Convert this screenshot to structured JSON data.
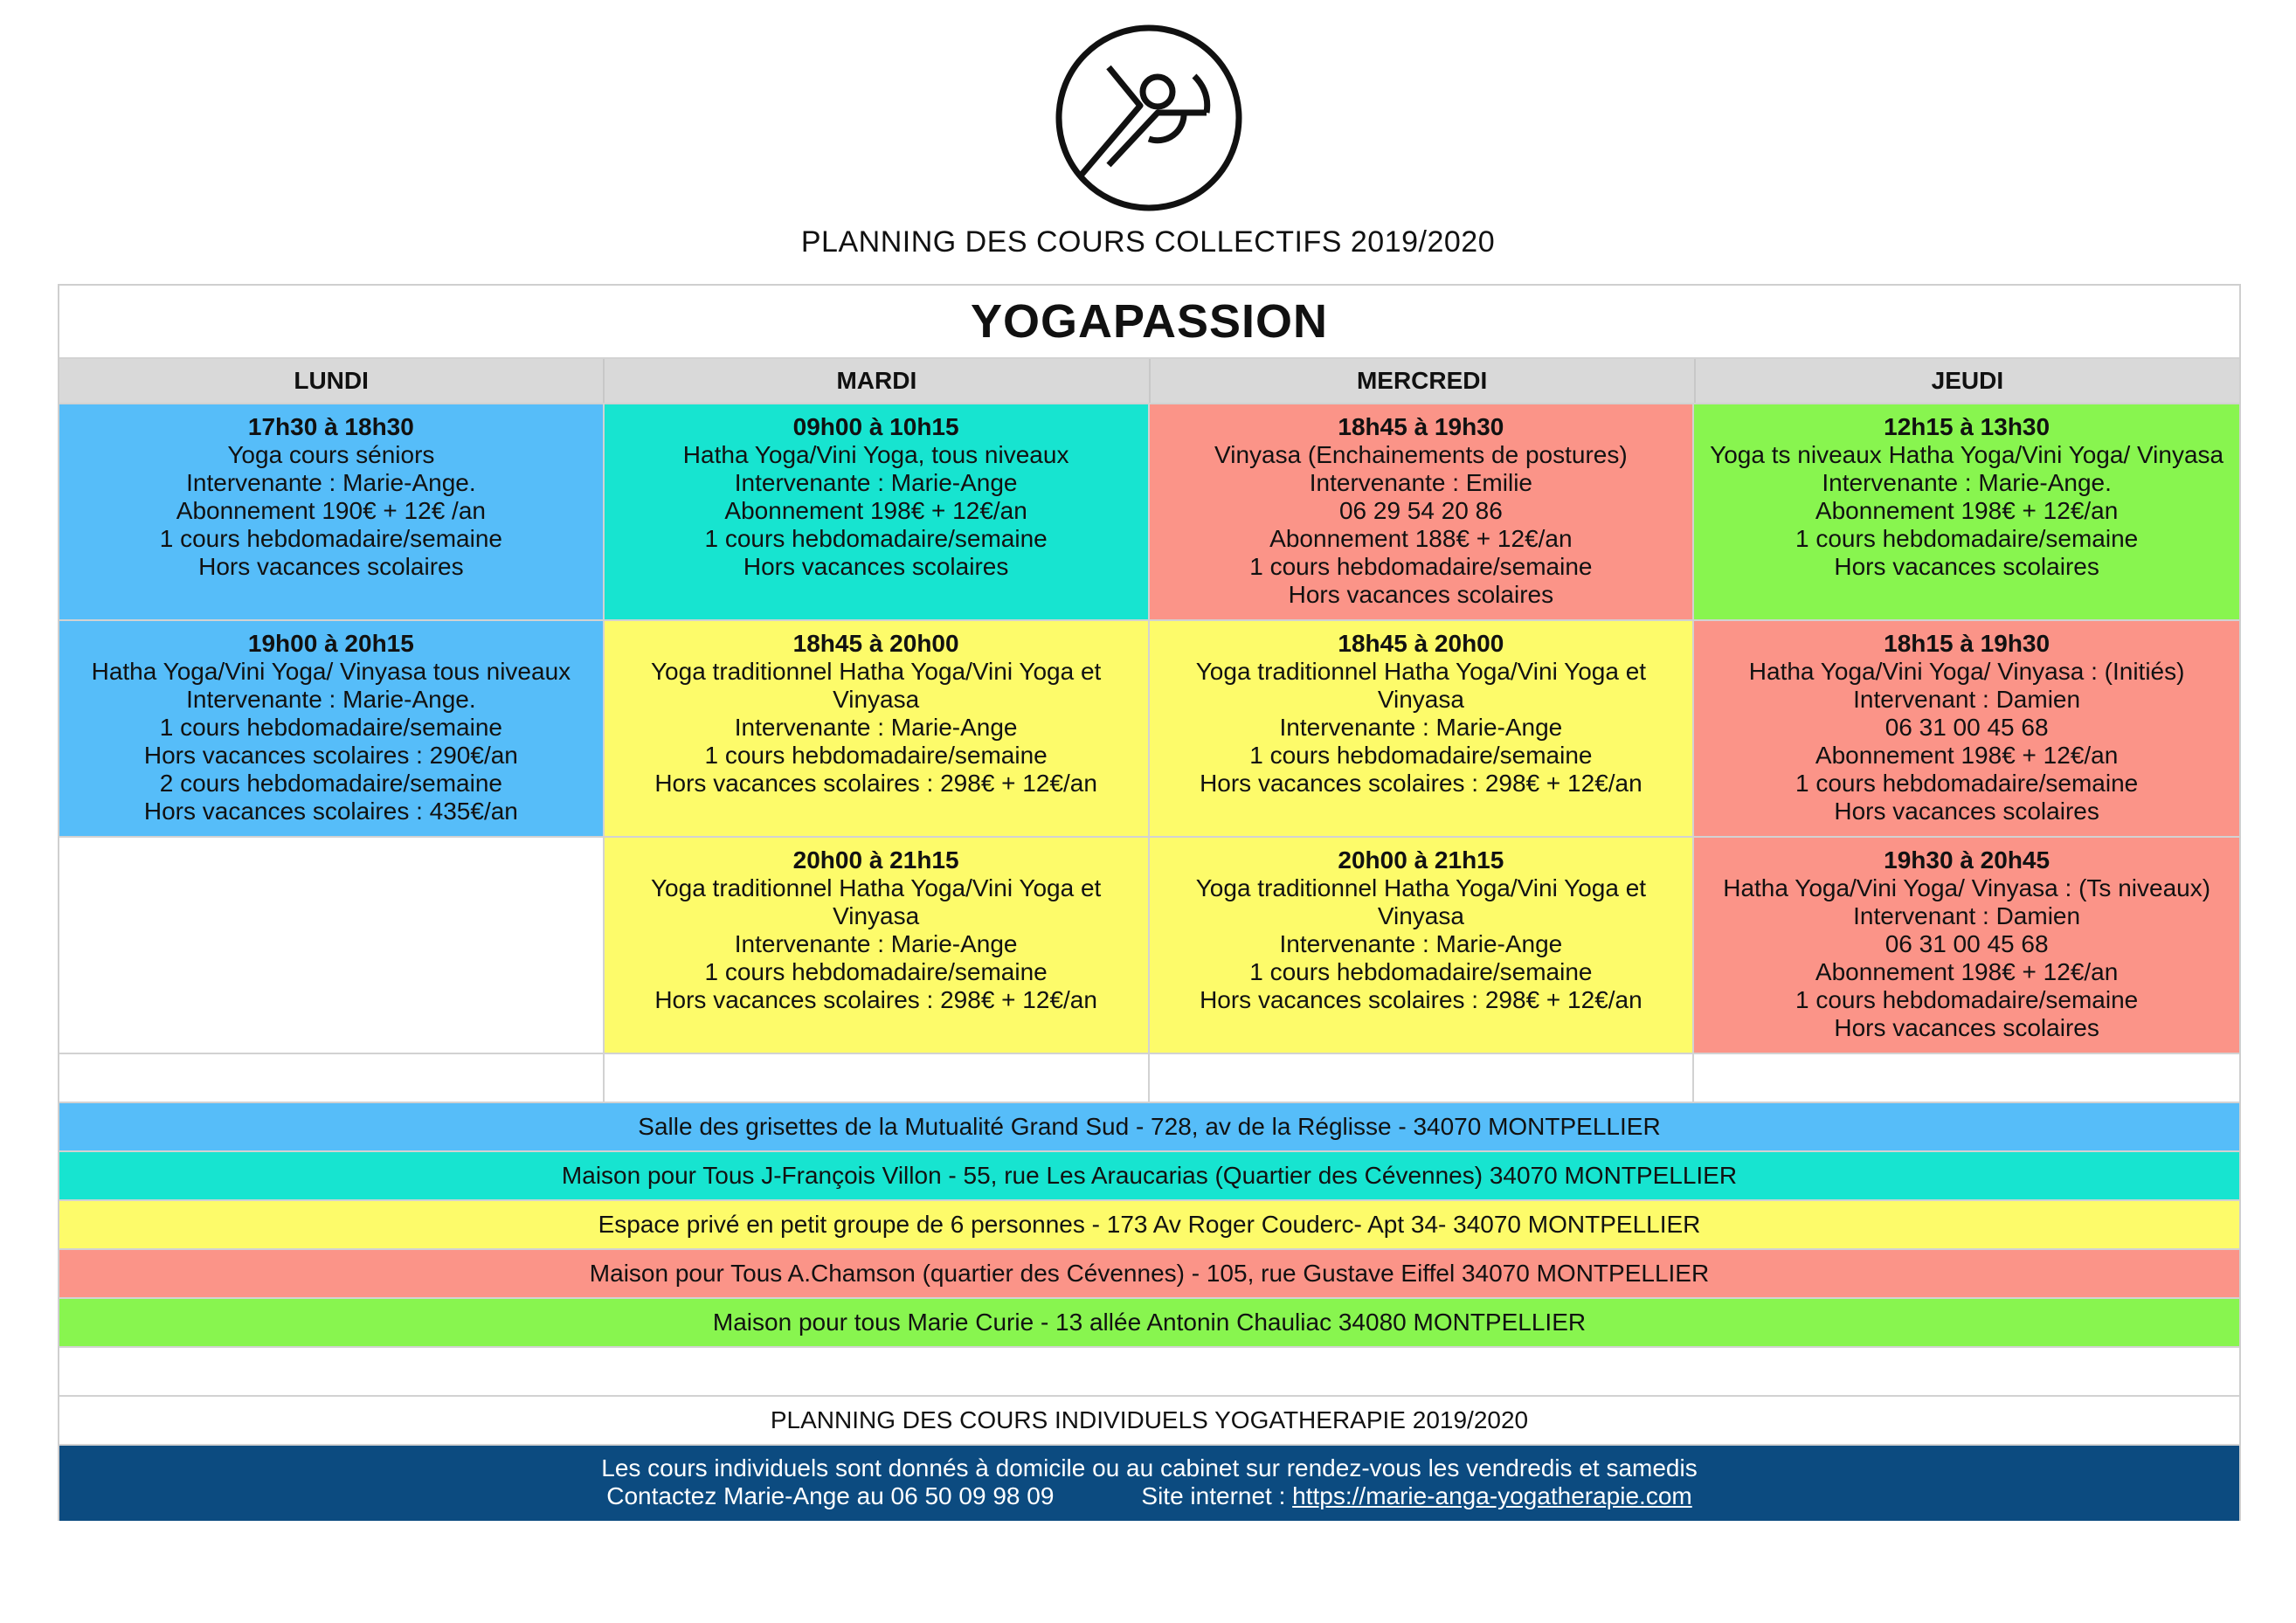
{
  "logo": {
    "name": "yogapassion-logo"
  },
  "subtitle": "PLANNING DES COURS COLLECTIFS 2019/2020",
  "title": "YOGAPASSION",
  "days": [
    "LUNDI",
    "MARDI",
    "MERCREDI",
    "JEUDI"
  ],
  "colors": {
    "blue": "#56bdf9",
    "teal": "#17e4d0",
    "yellow": "#fdfb6a",
    "salmon": "#fb9488",
    "green": "#88f54f",
    "navy": "#0c4b80",
    "header_gray": "#d9d9d9"
  },
  "schedule": [
    [
      {
        "time": "17h30 à 18h30",
        "color": "blue",
        "lines": [
          "Yoga cours séniors",
          "Intervenante : Marie-Ange.",
          "Abonnement 190€ + 12€ /an",
          "1 cours hebdomadaire/semaine",
          "Hors vacances scolaires"
        ]
      },
      {
        "time": "09h00 à 10h15",
        "color": "teal",
        "lines": [
          "Hatha Yoga/Vini Yoga, tous niveaux",
          "Intervenante : Marie-Ange",
          "Abonnement 198€ + 12€/an",
          "1 cours hebdomadaire/semaine",
          "Hors vacances scolaires"
        ]
      },
      {
        "time": "18h45 à 19h30",
        "color": "salmon",
        "lines": [
          "Vinyasa (Enchainements de postures)",
          "Intervenante : Emilie",
          "06 29 54 20 86",
          "Abonnement 188€ + 12€/an",
          "1 cours hebdomadaire/semaine",
          "Hors vacances scolaires"
        ]
      },
      {
        "time": "12h15 à 13h30",
        "color": "green",
        "lines": [
          "Yoga ts niveaux Hatha Yoga/Vini Yoga/ Vinyasa",
          "Intervenante : Marie-Ange.",
          "Abonnement 198€ + 12€/an",
          "1 cours hebdomadaire/semaine",
          "Hors vacances scolaires"
        ]
      }
    ],
    [
      {
        "time": "19h00 à 20h15",
        "color": "blue",
        "lines": [
          "Hatha Yoga/Vini Yoga/ Vinyasa tous niveaux",
          "Intervenante : Marie-Ange.",
          "1 cours hebdomadaire/semaine",
          "Hors vacances scolaires : 290€/an",
          "2 cours hebdomadaire/semaine",
          "Hors vacances scolaires : 435€/an"
        ]
      },
      {
        "time": "18h45 à 20h00",
        "color": "yellow",
        "lines": [
          "Yoga traditionnel Hatha Yoga/Vini Yoga et",
          "Vinyasa",
          "Intervenante : Marie-Ange",
          "1 cours hebdomadaire/semaine",
          "Hors vacances scolaires : 298€ + 12€/an"
        ]
      },
      {
        "time": "18h45 à 20h00",
        "color": "yellow",
        "lines": [
          "Yoga traditionnel Hatha Yoga/Vini Yoga et",
          "Vinyasa",
          "Intervenante : Marie-Ange",
          "1 cours hebdomadaire/semaine",
          "Hors vacances scolaires : 298€ + 12€/an"
        ]
      },
      {
        "time": "18h15 à 19h30",
        "color": "salmon",
        "lines": [
          "Hatha Yoga/Vini Yoga/ Vinyasa : (Initiés)",
          "Intervenant : Damien",
          "06 31 00 45 68",
          "Abonnement 198€ + 12€/an",
          "1 cours hebdomadaire/semaine",
          "Hors vacances scolaires"
        ]
      }
    ],
    [
      {
        "time": "",
        "color": "white",
        "lines": []
      },
      {
        "time": "20h00 à 21h15",
        "color": "yellow",
        "lines": [
          "Yoga traditionnel Hatha Yoga/Vini Yoga et",
          "Vinyasa",
          "Intervenante : Marie-Ange",
          "1 cours hebdomadaire/semaine",
          "Hors vacances scolaires : 298€ + 12€/an"
        ]
      },
      {
        "time": "20h00 à 21h15",
        "color": "yellow",
        "lines": [
          "Yoga traditionnel Hatha Yoga/Vini Yoga et",
          "Vinyasa",
          "Intervenante : Marie-Ange",
          "1 cours hebdomadaire/semaine",
          "Hors vacances scolaires : 298€ + 12€/an"
        ]
      },
      {
        "time": "19h30 à 20h45",
        "color": "salmon",
        "lines": [
          "Hatha Yoga/Vini Yoga/ Vinyasa : (Ts niveaux)",
          "Intervenant : Damien",
          "06 31 00 45 68",
          "Abonnement 198€ + 12€/an",
          "1 cours hebdomadaire/semaine",
          "Hors vacances scolaires"
        ]
      }
    ]
  ],
  "locations": [
    {
      "color": "blue",
      "text": "Salle des grisettes de la Mutualité Grand Sud - 728, av de la Réglisse - 34070 MONTPELLIER"
    },
    {
      "color": "teal",
      "text": "Maison pour Tous J-François Villon - 55, rue Les Araucarias (Quartier des Cévennes) 34070 MONTPELLIER"
    },
    {
      "color": "yellow",
      "text": "Espace privé en petit groupe de 6 personnes - 173 Av Roger Couderc- Apt 34- 34070 MONTPELLIER"
    },
    {
      "color": "salmon",
      "text": "Maison pour Tous A.Chamson (quartier des Cévennes) - 105, rue Gustave Eiffel 34070 MONTPELLIER"
    },
    {
      "color": "green",
      "text": "Maison pour tous Marie Curie - 13 allée Antonin Chauliac 34080 MONTPELLIER"
    }
  ],
  "individual": {
    "title": "PLANNING DES COURS INDIVIDUELS YOGATHERAPIE 2019/2020",
    "info_line": "Les cours individuels sont donnés à domicile ou au cabinet sur rendez-vous les vendredis et samedis",
    "contact": "Contactez Marie-Ange au 06 50 09 98 09",
    "site_label": "Site internet :",
    "site_url": "https://marie-anga-yogatherapie.com"
  }
}
